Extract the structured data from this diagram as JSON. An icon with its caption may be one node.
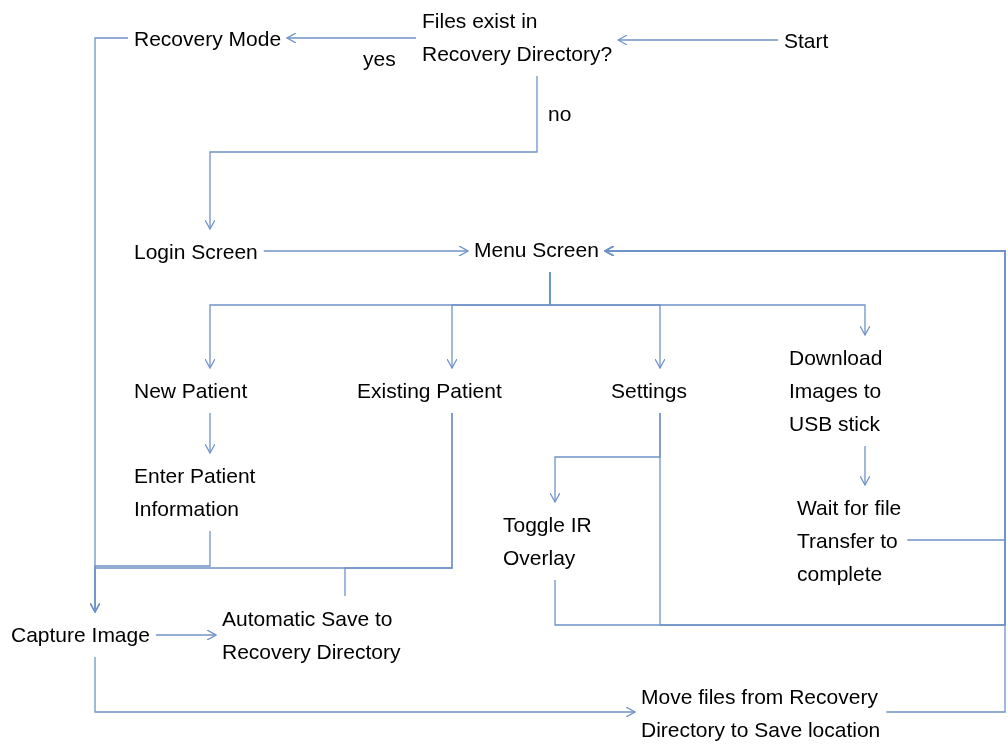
{
  "diagram": {
    "nodes": [
      {
        "text": [
          "Start"
        ]
      },
      {
        "text": [
          "Files exist in Recovery Directory?"
        ]
      },
      {
        "text": [
          "Recovery Mode"
        ]
      },
      {
        "text": [
          "Login Screen"
        ]
      },
      {
        "text": [
          "Menu Screen"
        ]
      },
      {
        "text": [
          "New Patient"
        ]
      },
      {
        "text": [
          "Existing Patient"
        ]
      },
      {
        "text": [
          "Settings"
        ]
      },
      {
        "text": [
          "Download Images to USB stick"
        ]
      },
      {
        "text": [
          "Enter Patient Information"
        ]
      },
      {
        "text": [
          "Toggle IR Overlay"
        ]
      },
      {
        "text": [
          "Wait for file Transfer to complete"
        ]
      },
      {
        "text": [
          "Capture Image"
        ]
      },
      {
        "text": [
          "Automatic Save to Recovery Directory"
        ]
      },
      {
        "text": [
          "Move files from Recovery Directory to Save location"
        ]
      }
    ],
    "edges": [
      {
        "from": 0,
        "to": 1,
        "arrow": "to"
      },
      {
        "from": 1,
        "to": 2,
        "arrow": "to",
        "label": "yes"
      },
      {
        "from": 1,
        "to": 3,
        "arrow": "to",
        "label": "no"
      },
      {
        "from": 3,
        "to": 4,
        "arrow": "to"
      },
      {
        "from": 4,
        "to": 5,
        "arrow": "to"
      },
      {
        "from": 4,
        "to": 6,
        "arrow": "to"
      },
      {
        "from": 4,
        "to": 7,
        "arrow": "to"
      },
      {
        "from": 4,
        "to": 8,
        "arrow": "to"
      },
      {
        "from": 5,
        "to": 9,
        "arrow": "to"
      },
      {
        "from": 8,
        "to": 11,
        "arrow": "to"
      },
      {
        "from": 7,
        "to": 10,
        "arrow": "to"
      },
      {
        "from": 7,
        "to": 4,
        "arrow": "to"
      },
      {
        "from": 10,
        "to": 4,
        "arrow": "to"
      },
      {
        "from": 11,
        "to": 4,
        "arrow": "to"
      },
      {
        "from": 14,
        "to": 4,
        "arrow": "to"
      },
      {
        "from": 2,
        "to": 12,
        "arrow": "to"
      },
      {
        "from": 9,
        "to": 12,
        "arrow": "to"
      },
      {
        "from": 6,
        "to": 12,
        "arrow": "to"
      },
      {
        "from": 6,
        "to": 13,
        "arrow": "none"
      },
      {
        "from": 12,
        "to": 13,
        "arrow": "to"
      },
      {
        "from": 12,
        "to": 14,
        "arrow": "to"
      }
    ]
  }
}
